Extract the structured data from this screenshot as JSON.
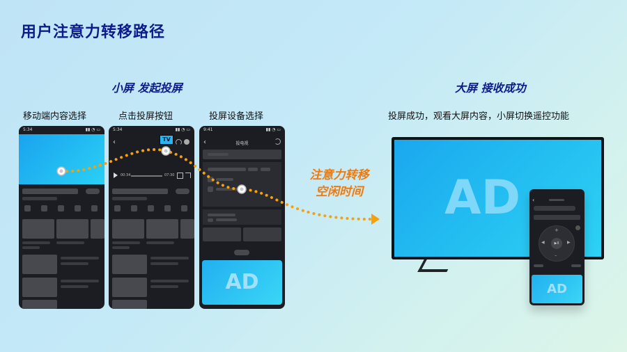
{
  "title": "用户注意力转移路径",
  "left_section": {
    "heading": "小屏 发起投屏",
    "steps": [
      {
        "caption": "移动端内容选择",
        "status_time": "5:34"
      },
      {
        "caption": "点击投屏按钮",
        "status_time": "5:34",
        "tv_badge": "TV",
        "time_start": "00:34",
        "time_end": "07:30"
      },
      {
        "caption": "投屏设备选择",
        "status_time": "9:41",
        "panel_title": "投电视",
        "ad_text": "AD"
      }
    ]
  },
  "transition_label": [
    "注意力转移",
    "空闲时间"
  ],
  "right_section": {
    "heading": "大屏 接收成功",
    "caption": "投屏成功，观看大屏内容，小屏切换遥控功能",
    "tv_ad_text": "AD",
    "remote_ad_text": "AD"
  },
  "colors": {
    "title": "#0d1c8a",
    "accent": "#f5a10b",
    "screen": "#22b8f0"
  }
}
